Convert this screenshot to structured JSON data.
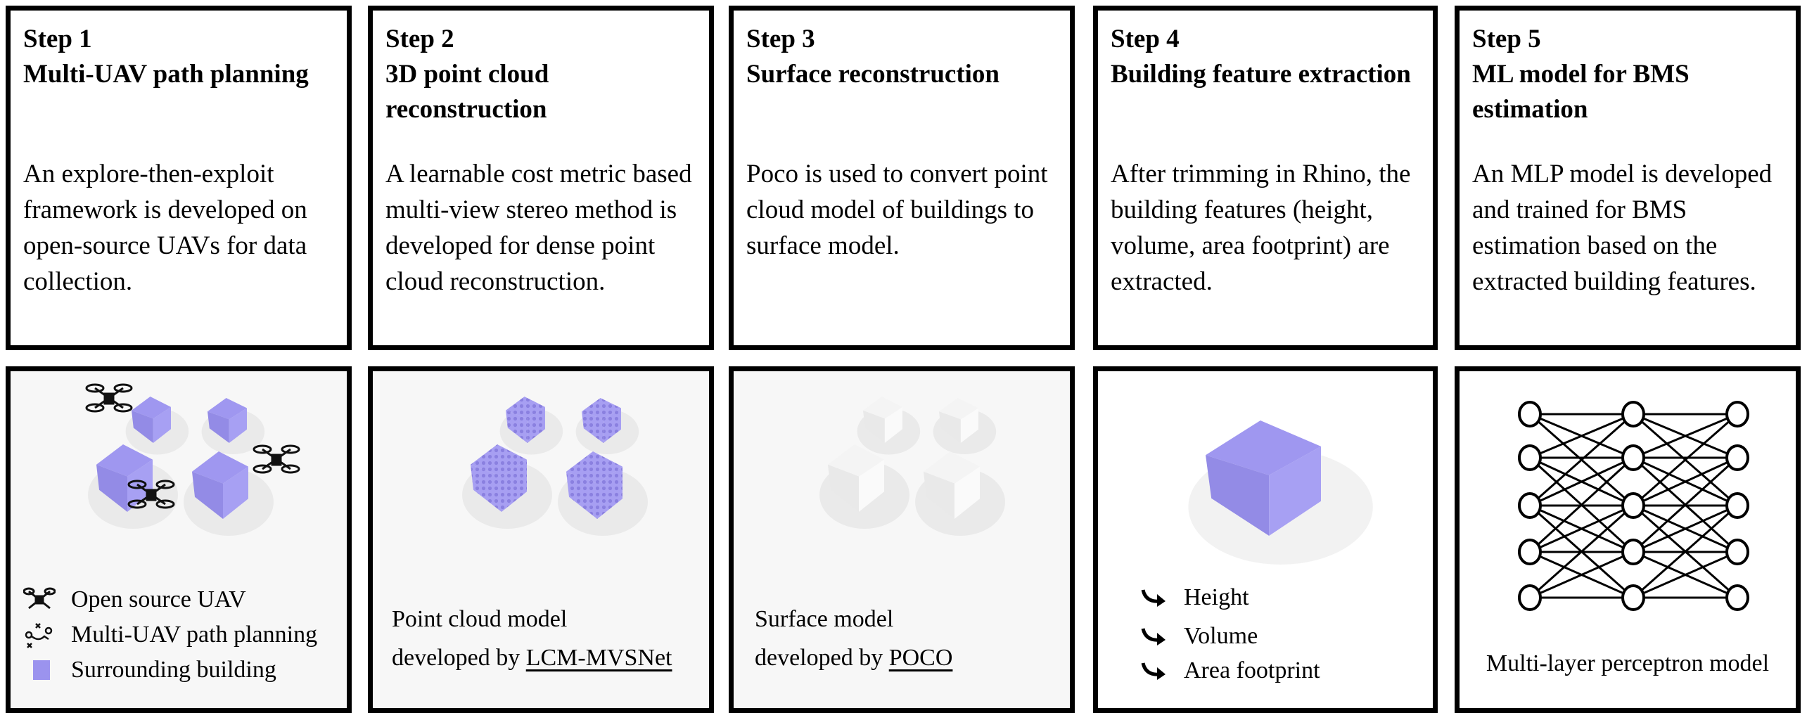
{
  "steps": [
    {
      "step": "Step 1",
      "title": "Multi-UAV path planning",
      "description": "An explore-then-exploit framework is developed on open-source UAVs for data collection."
    },
    {
      "step": "Step 2",
      "title": "3D point cloud reconstruction",
      "description": "A learnable cost metric based multi-view stereo method is  developed for dense point cloud reconstruction."
    },
    {
      "step": "Step 3",
      "title": "Surface reconstruction",
      "description": "Poco is used to convert point cloud model of buildings to surface model."
    },
    {
      "step": "Step 4",
      "title": "Building feature extraction",
      "description": "After trimming in Rhino, the building features (height, volume, area footprint) are extracted."
    },
    {
      "step": "Step 5",
      "title": "ML model for BMS estimation",
      "description": "An MLP model is developed and trained for BMS estimation based on the extracted building features."
    }
  ],
  "figures": {
    "uav_legend": [
      "Open source UAV",
      "Multi-UAV path planning",
      "Surrounding building"
    ],
    "point_cloud_caption": {
      "line1": "Point cloud model",
      "line2_prefix": "developed by ",
      "link": "LCM-MVSNet"
    },
    "surface_caption": {
      "line1": "Surface model",
      "line2_prefix": "developed by ",
      "link": "POCO"
    },
    "features": [
      "Height",
      "Volume",
      "Area footprint"
    ],
    "mlp_caption": "Multi-layer perceptron model"
  },
  "colors": {
    "building": "#9b93ee",
    "surface": "#f2f2f2",
    "border": "#000000"
  }
}
